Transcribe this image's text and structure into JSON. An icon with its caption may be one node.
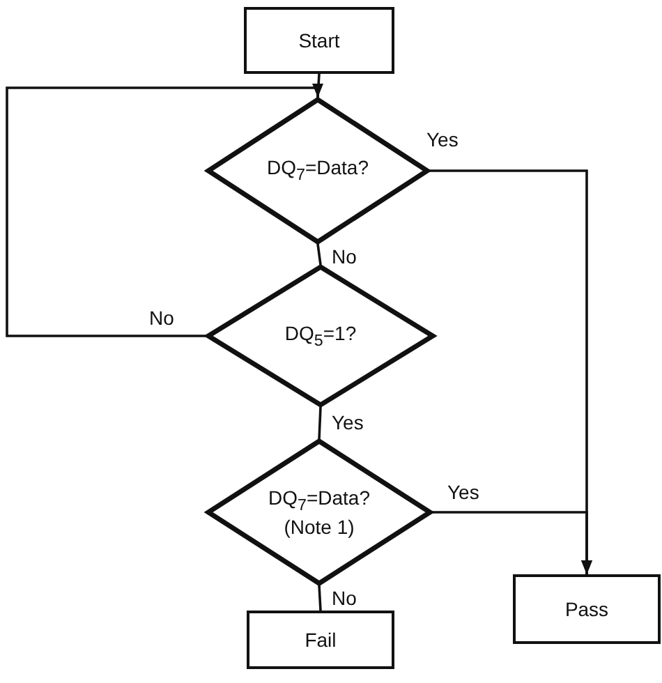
{
  "diagram": {
    "nodes": [
      {
        "text": [
          "Start"
        ]
      },
      {
        "text": [
          "DQ$_{7}$=Data?"
        ]
      },
      {
        "text": [
          "DQ$_{5}$=1?"
        ]
      },
      {
        "text": [
          "DQ$_{7}$=Data?",
          "(Note 1)"
        ]
      },
      {
        "text": [
          "Fail"
        ]
      },
      {
        "text": [
          "Pass"
        ]
      }
    ],
    "edges": [
      {
        "from": 0,
        "to": 1,
        "arrow": "none"
      },
      {
        "from": 1,
        "to": 2,
        "arrow": "none",
        "label": "No"
      },
      {
        "from": 1,
        "to": 5,
        "arrow": "to",
        "label": "Yes"
      },
      {
        "from": 2,
        "to": 1,
        "arrow": "to",
        "label": "No"
      },
      {
        "from": 2,
        "to": 3,
        "arrow": "none",
        "label": "Yes"
      },
      {
        "from": 3,
        "to": 5,
        "arrow": "to",
        "label": "Yes"
      },
      {
        "from": 3,
        "to": 4,
        "arrow": "none",
        "label": "No"
      }
    ]
  }
}
